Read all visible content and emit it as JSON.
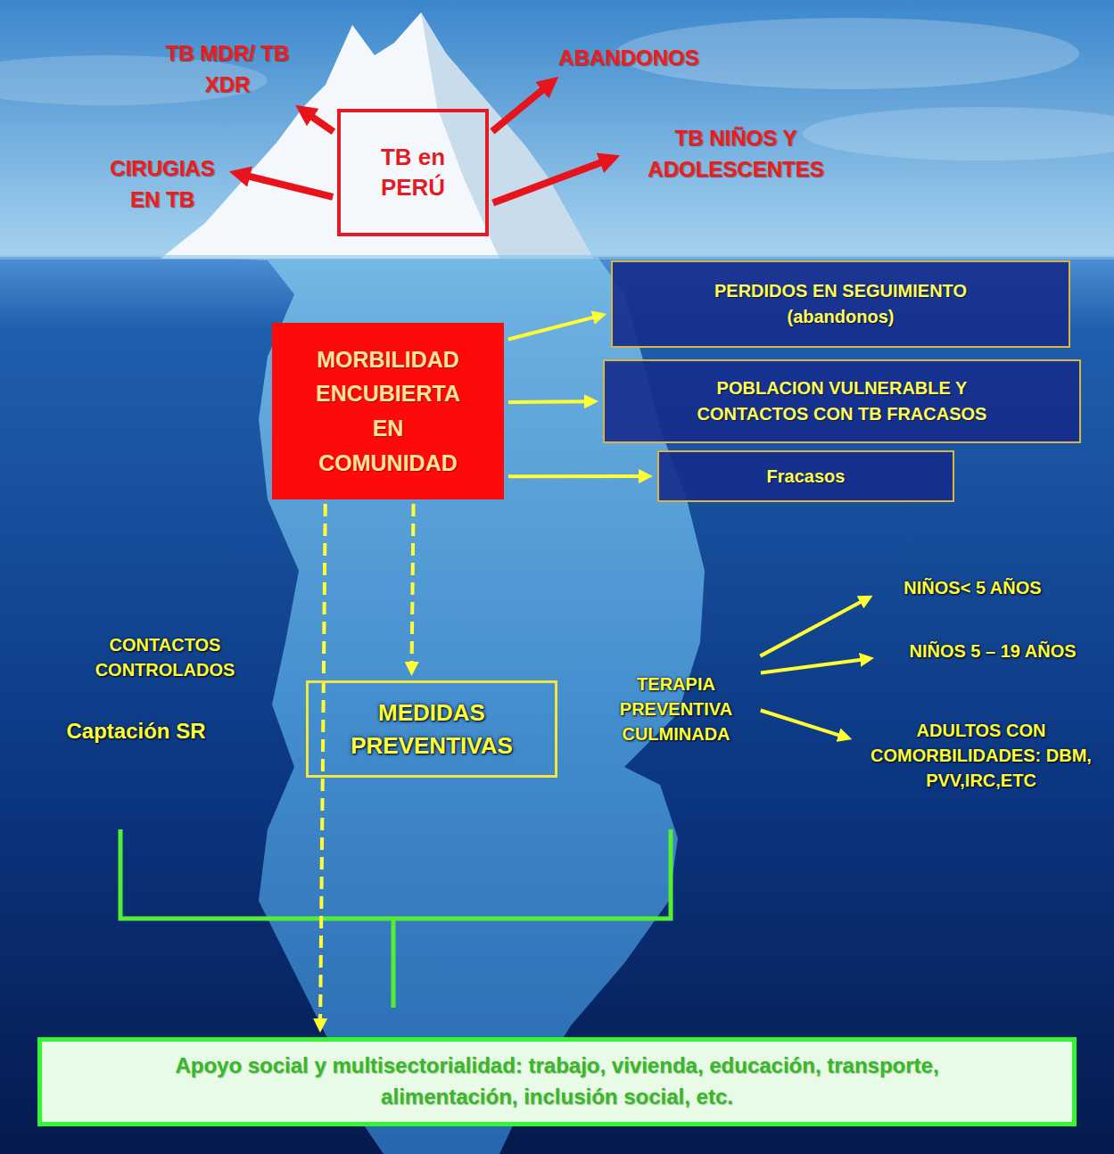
{
  "diagram": {
    "nodes": [
      {
        "text": [
          "TB MDR/ TB XDR"
        ]
      },
      {
        "text": [
          "ABANDONOS"
        ]
      },
      {
        "text": [
          "TB en PERÚ"
        ]
      },
      {
        "text": [
          "TB NIÑOS Y ADOLESCENTES"
        ]
      },
      {
        "text": [
          "CIRUGIAS EN TB"
        ]
      },
      {
        "text": [
          "PERDIDOS EN SEGUIMIENTO (abandonos)"
        ]
      },
      {
        "text": [
          "MORBILIDAD ENCUBIERTA EN COMUNIDAD"
        ]
      },
      {
        "text": [
          "POBLACION VULNERABLE Y CONTACTOS CON TB FRACASOS"
        ]
      },
      {
        "text": [
          "Fracasos"
        ]
      },
      {
        "text": [
          "NIÑOS< 5 AÑOS"
        ]
      },
      {
        "text": [
          "CONTACTOS CONTROLADOS"
        ]
      },
      {
        "text": [
          "NIÑOS 5 – 19 AÑOS"
        ]
      },
      {
        "text": [
          "TERAPIA PREVENTIVA CULMINADA"
        ]
      },
      {
        "text": [
          "MEDIDAS PREVENTIVAS"
        ]
      },
      {
        "text": [
          "ADULTOS CON COMORBILIDADES: DBM, PVV,IRC,ETC"
        ]
      },
      {
        "text": [
          "Captación SR"
        ]
      },
      {
        "text": [
          "Apoyo social y multisectorialidad: trabajo, vivienda, educación, transporte, alimentación, inclusión social, etc."
        ]
      }
    ],
    "edges": [
      {
        "from": 2,
        "to": 0,
        "arrow": "to"
      },
      {
        "from": 2,
        "to": 1,
        "arrow": "to"
      },
      {
        "from": 2,
        "to": 4,
        "arrow": "to"
      },
      {
        "from": 2,
        "to": 3,
        "arrow": "to"
      },
      {
        "from": 6,
        "to": 5,
        "arrow": "to"
      },
      {
        "from": 6,
        "to": 7,
        "arrow": "to"
      },
      {
        "from": 6,
        "to": 8,
        "arrow": "to"
      },
      {
        "from": 6,
        "to": 13,
        "arrow": "to"
      },
      {
        "from": 6,
        "to": 16,
        "arrow": "to"
      },
      {
        "from": 12,
        "to": 9,
        "arrow": "to"
      },
      {
        "from": 12,
        "to": 11,
        "arrow": "to"
      },
      {
        "from": 12,
        "to": 14,
        "arrow": "to"
      }
    ]
  }
}
